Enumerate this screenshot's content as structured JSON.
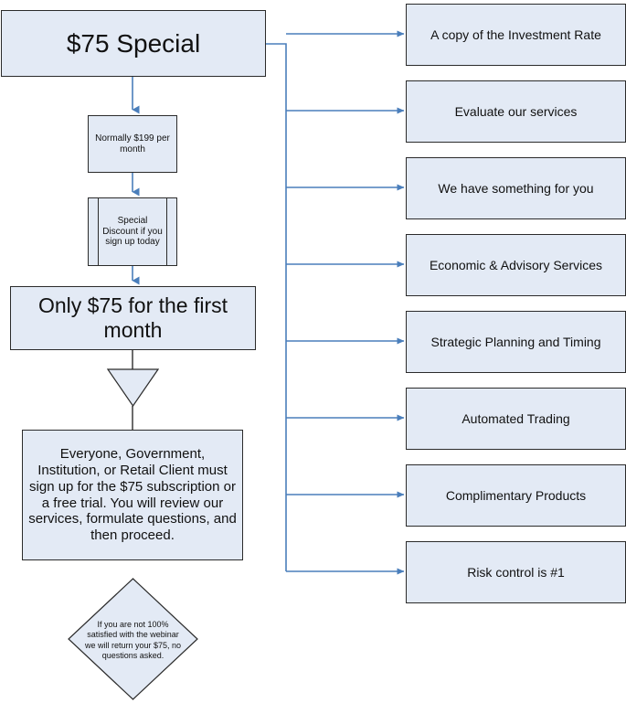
{
  "diagram": {
    "title": "$75 Special",
    "colors": {
      "node_fill": "#e3eaf5",
      "node_border": "#2b2b2b",
      "connector": "#4a7ebb"
    },
    "left_flow": [
      {
        "id": "title",
        "shape": "process",
        "text": "$75 Special"
      },
      {
        "id": "normally",
        "shape": "process",
        "text": "Normally $199 per month"
      },
      {
        "id": "discount",
        "shape": "predefined-process",
        "text": "Special Discount if you sign up today"
      },
      {
        "id": "only75",
        "shape": "process",
        "text": "Only $75 for the first month"
      },
      {
        "id": "triangle",
        "shape": "merge-triangle",
        "text": ""
      },
      {
        "id": "everyone",
        "shape": "process",
        "text": "Everyone, Government, Institution, or Retail Client must sign up for the $75 subscription or a free trial.  You will review our services, formulate questions, and then proceed."
      },
      {
        "id": "diamond",
        "shape": "decision-diamond",
        "text": "If you are not 100% satisfied with the webinar we will return your $75, no questions asked."
      }
    ],
    "benefits": [
      {
        "label": "A copy of the Investment Rate"
      },
      {
        "label": "Evaluate our services"
      },
      {
        "label": "We have something for you"
      },
      {
        "label": "Economic & Advisory Services"
      },
      {
        "label": "Strategic Planning and Timing"
      },
      {
        "label": "Automated Trading"
      },
      {
        "label": "Complimentary Products"
      },
      {
        "label": "Risk control is #1"
      }
    ]
  }
}
